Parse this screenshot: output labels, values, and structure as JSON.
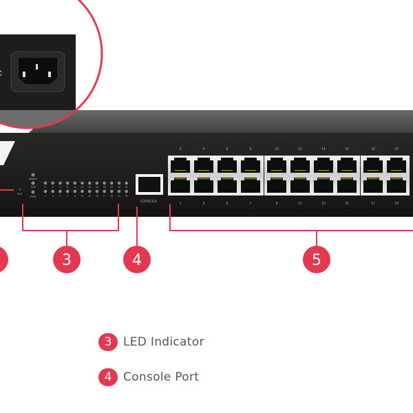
{
  "colors": {
    "accent": "#e3384f",
    "panel": "#1c1a1a",
    "top_surface": "#5a5a5a"
  },
  "inset": {
    "icon": "power-socket-icon",
    "partial_label": "c"
  },
  "panel": {
    "led_labels": {
      "master": "Master",
      "sts": "STS",
      "pwr": "PWR",
      "rst": "RST"
    },
    "led_top_numbers": [
      "2",
      "4",
      "6",
      "8",
      "10",
      "12",
      "14",
      "16",
      "18",
      "20",
      "22",
      "24"
    ],
    "led_bottom_numbers": [
      "1",
      "3",
      "5",
      "7",
      "9",
      "11",
      "13",
      "15",
      "17",
      "19",
      "21",
      "23"
    ],
    "console_label": "CONSOLE",
    "port_top_numbers": [
      "2",
      "4",
      "6",
      "8",
      "10",
      "12",
      "14",
      "16",
      "18",
      "20"
    ],
    "port_bottom_numbers": [
      "1",
      "3",
      "5",
      "7",
      "9",
      "11",
      "13",
      "15",
      "17",
      "19"
    ]
  },
  "callouts": [
    "3",
    "4",
    "5"
  ],
  "legend": [
    {
      "number": "3",
      "label": "LED Indicator"
    },
    {
      "number": "4",
      "label": "Console Port"
    }
  ]
}
